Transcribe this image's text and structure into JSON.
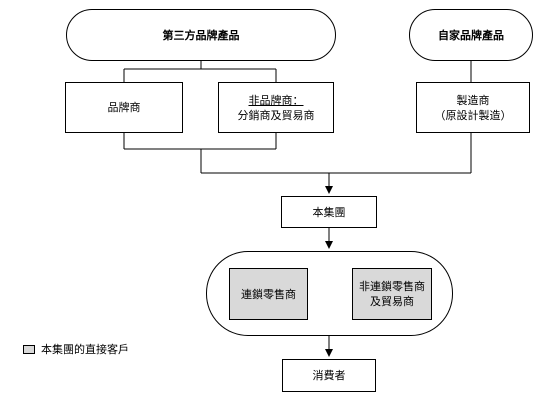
{
  "third_party_brand_products": "第三方品牌產品",
  "own_brand_products": "自家品牌產品",
  "brand_owners": "品牌商",
  "non_brand_owners_heading": "非品牌商：",
  "non_brand_owners_detail": "分銷商及貿易商",
  "manufacturers": "製造商",
  "manufacturers_detail": "（原設計製造）",
  "the_group": "本集團",
  "chain_retailers": "連鎖零售商",
  "non_chain_retailers_line1": "非連鎖零售商",
  "non_chain_retailers_line2": "及貿易商",
  "consumers": "消費者",
  "legend_direct_customers": "本集團的直接客戶",
  "colors": {
    "direct_customer_fill": "#d9d9d9",
    "line": "#000000"
  }
}
